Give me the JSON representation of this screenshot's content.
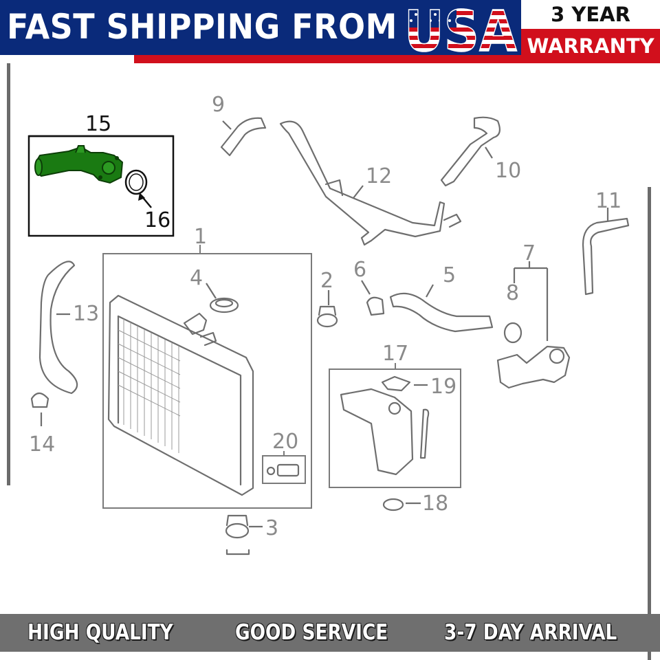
{
  "banner": {
    "headline": "FAST SHIPPING FROM",
    "country": "USA",
    "warranty_top": "3 YEAR",
    "warranty_bottom": "WARRANTY",
    "colors": {
      "navy": "#0a2a7a",
      "red": "#d10f1c",
      "white": "#ffffff"
    }
  },
  "diagram": {
    "callouts": [
      "1",
      "2",
      "3",
      "4",
      "5",
      "6",
      "7",
      "8",
      "9",
      "10",
      "11",
      "12",
      "13",
      "14",
      "15",
      "16",
      "17",
      "18",
      "19",
      "20"
    ],
    "highlight_color": "#1a7a12",
    "highlighted_part": "15"
  },
  "footer": {
    "items": [
      "HIGH QUALITY",
      "GOOD SERVICE",
      "3-7 DAY ARRIVAL"
    ],
    "color": "#6f6f6f"
  }
}
